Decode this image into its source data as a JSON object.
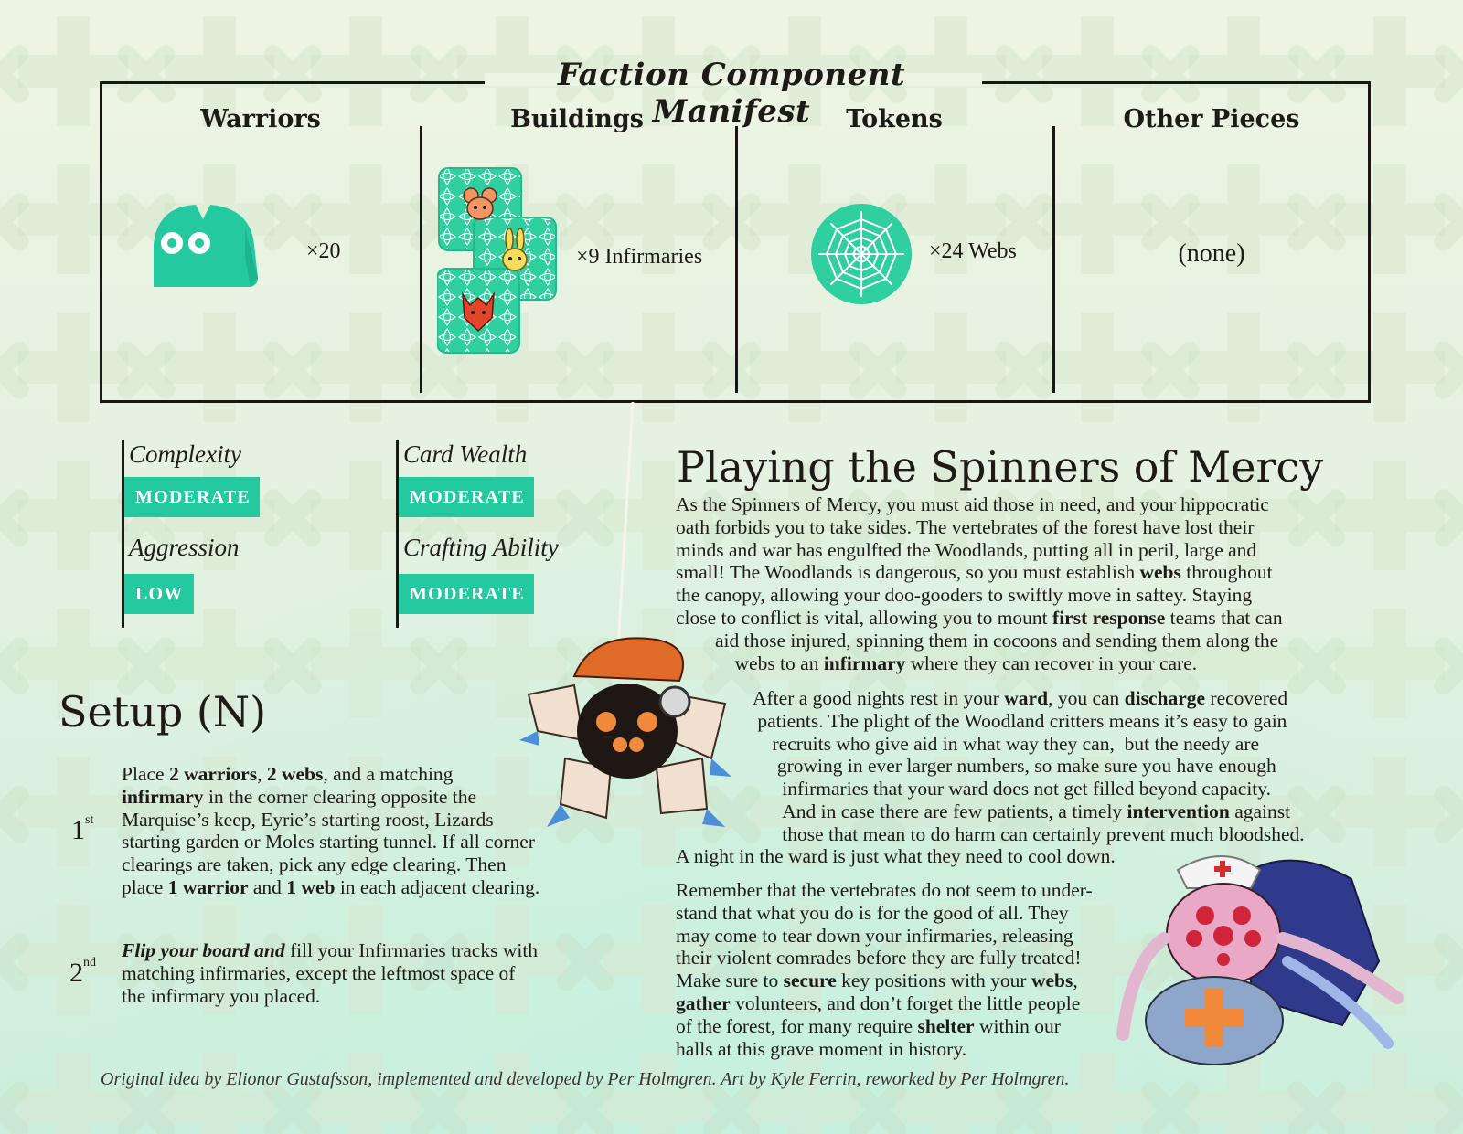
{
  "manifest": {
    "title": "Faction Component Manifest",
    "columns": [
      {
        "header": "Warriors",
        "count": "×20"
      },
      {
        "header": "Buildings",
        "count": "×9 Infirmaries"
      },
      {
        "header": "Tokens",
        "count": "×24 Webs"
      },
      {
        "header": "Other Pieces",
        "count": "(none)"
      }
    ]
  },
  "attributes": [
    {
      "label": "Complexity",
      "value": "MODERATE"
    },
    {
      "label": "Card Wealth",
      "value": "MODERATE"
    },
    {
      "label": "Aggression",
      "value": "LOW"
    },
    {
      "label": "Crafting Ability",
      "value": "MODERATE"
    }
  ],
  "setup": {
    "heading": "Setup (N)",
    "steps": [
      {
        "num": "1",
        "ord": "st",
        "html": "Place <b>2 warriors</b>, <b>2 webs</b>, and a matching<br><b>infirmary</b> in the corner clearing opposite the<br>Marquise’s keep, Eyrie’s starting roost, Lizards<br>starting garden or Moles starting tunnel. If all corner<br>clearings are taken, pick any edge clearing. Then<br>place <b>1 warrior</b> and <b>1 web</b> in each adjacent clearing."
      },
      {
        "num": "2",
        "ord": "nd",
        "html": "<b><i>Flip your board and</i></b> fill your Infirmaries tracks with<br>matching infirmaries, except the leftmost space of<br>the infirmary you placed."
      }
    ]
  },
  "playing": {
    "heading": "Playing the Spinners of Mercy",
    "paragraphs": [
      "As the Spinners of Mercy, you must aid those in need, and your hippocratic<br>oath forbids you to take sides. The vertebrates of the forest have lost their<br>minds and war has engulfted the Woodlands, putting all in peril, large and<br>small! The Woodlands is dangerous, so you must establish <b>webs</b> throughout<br>the canopy, allowing your doo-gooders to swiftly move in saftey. Staying<br>close to conflict is vital, allowing you to mount <b>first response</b> teams that can<br>&nbsp;&nbsp;&nbsp;&nbsp;&nbsp;&nbsp;&nbsp;&nbsp;aid those injured, spinning them in cocoons and sending them along the<br>&nbsp;&nbsp;&nbsp;&nbsp;&nbsp;&nbsp;&nbsp;&nbsp;&nbsp;&nbsp;&nbsp;&nbsp;webs to an <b>infirmary</b> where they can recover in your care.",
      "After a good nights rest in your <b>ward</b>, you can <b>discharge</b> recovered<br>&nbsp;patients. The plight of the Woodland critters means it’s easy to gain<br>&nbsp;&nbsp;&nbsp;&nbsp;recruits who give aid in what way they can,&nbsp; but the needy are<br>&nbsp;&nbsp;&nbsp;&nbsp;&nbsp;growing in ever larger numbers, so make sure you have enough<br>&nbsp;&nbsp;&nbsp;&nbsp;&nbsp;&nbsp;infirmaries that your ward does not get filled beyond capacity.<br>&nbsp;&nbsp;&nbsp;&nbsp;&nbsp;&nbsp;And in case there are few patients, a timely <b>intervention</b> against<br>&nbsp;&nbsp;&nbsp;&nbsp;&nbsp;&nbsp;those that mean to do harm can certainly prevent much bloodshed.",
      "A night in the ward is just what they need to cool down.",
      "Remember that the vertebrates do not seem to under-<br>stand that what you do is for the good of all. They<br>may come to tear down your infirmaries, releasing<br>their violent comrades before they are fully treated!<br>Make sure to <b>secure</b> key positions with your <b>webs</b>,<br><b>gather</b> volunteers, and don’t forget the little people<br>of the forest, for many require <b>shelter</b> within our<br>halls at this grave moment in history."
    ]
  },
  "credits": "Original idea by Elionor Gustafsson, implemented and developed by Per Holmgren. Art by Kyle Ferrin, reworked by Per Holmgren.",
  "colors": {
    "accent": "#24c9a0",
    "ink": "#1a1614",
    "background": "#e6f2e2"
  }
}
